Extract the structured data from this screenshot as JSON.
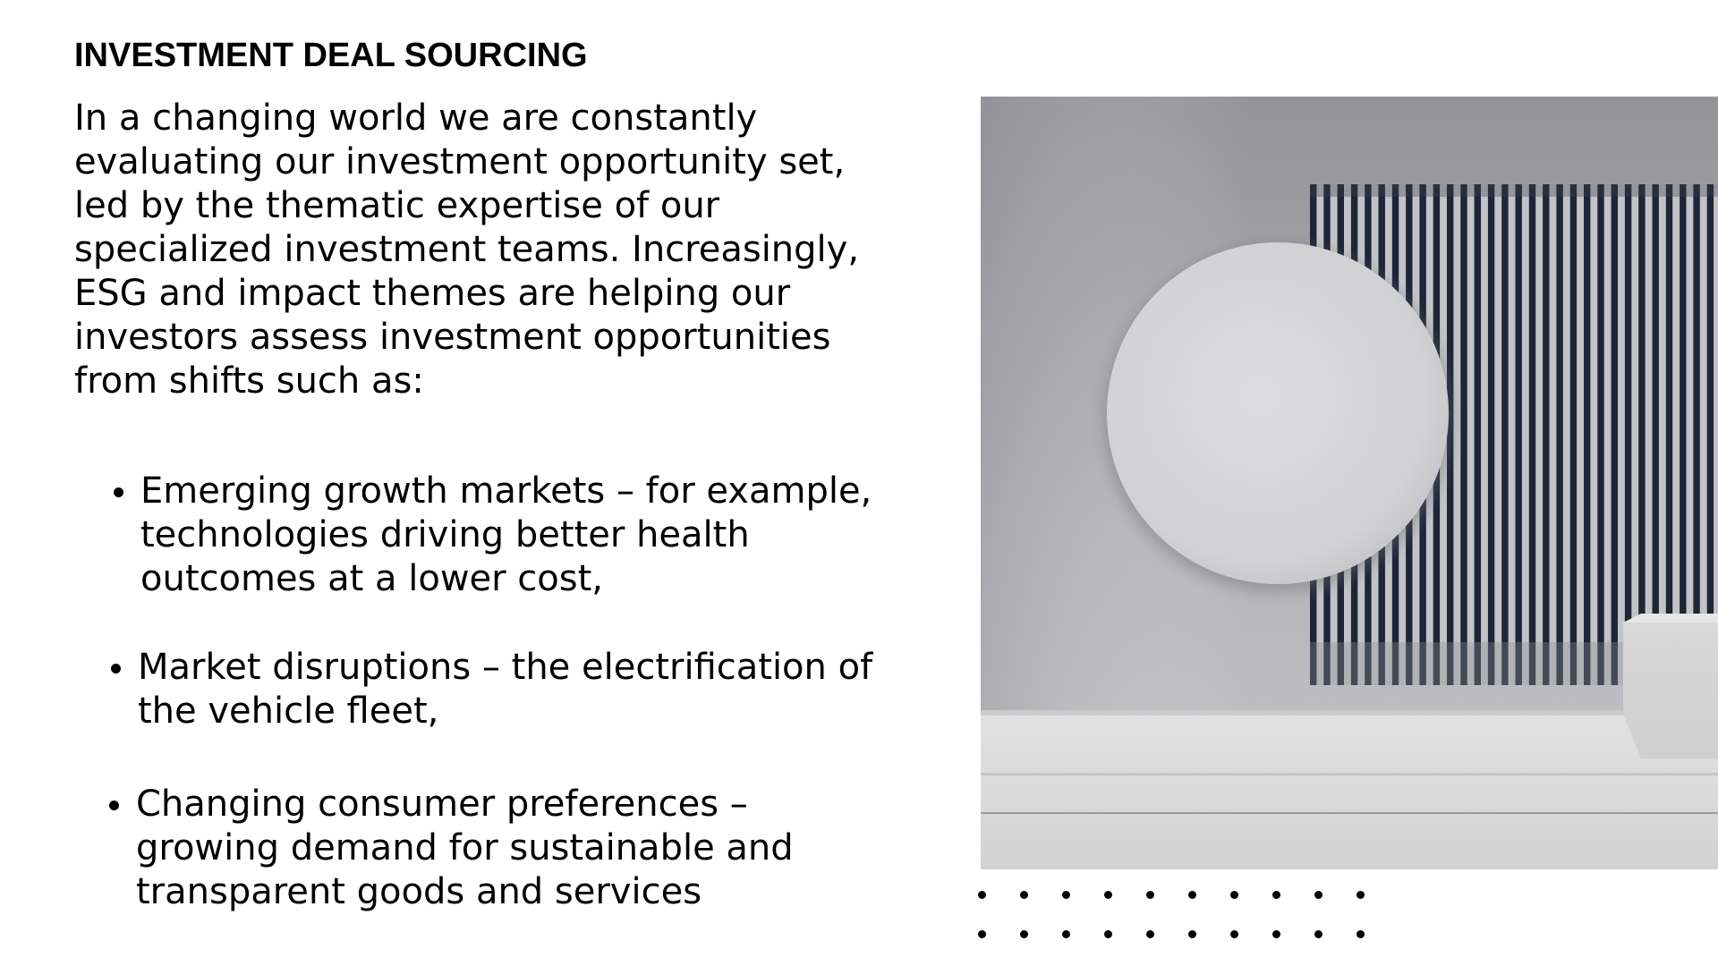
{
  "title": "INVESTMENT DEAL SOURCING",
  "intro": "In a changing world we are constantly evaluating our investment opportunity set, led by the thematic expertise of our specialized investment teams. Increasingly, ESG and impact themes are helping our investors assess investment opportunities from shifts such as:",
  "bullets": [
    "Emerging growth markets – for example, technologies driving better health outcomes at a lower cost,",
    "Market disruptions – the electrification of the vehicle fleet,",
    "Changing consumer preferences – growing demand for sustainable and transparent goods and services"
  ],
  "colors": {
    "text": "#000000",
    "background": "#ffffff",
    "photo_wall": "#9c9ca2",
    "photo_slats": "#1e2535",
    "photo_disc": "#d9d9dc",
    "photo_floor": "#dedede"
  },
  "icons": {
    "photo": "abstract-disc-slats-photo",
    "decoration": "dot-grid"
  }
}
